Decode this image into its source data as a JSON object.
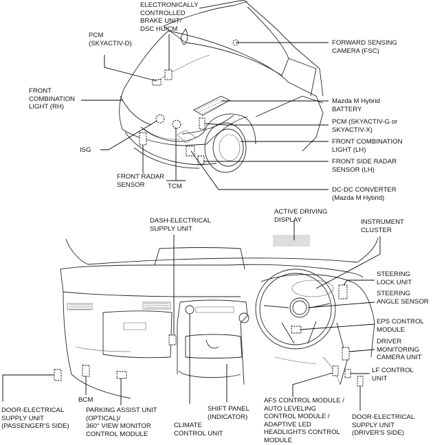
{
  "labels": {
    "brake_unit": "ELECTRONICALLY\nCONTROLLED\nBRAKE UNIT/\nDSC HU/CM",
    "pcm_d": "PCM\n(SKYACTIV-D)",
    "fsc": "FORWARD SENSING\nCAMERA (FSC)",
    "front_combo_rh": "FRONT\nCOMBINATION\nLIGHT (RH)",
    "battery": "Mazda M Hybrid\nBATTERY",
    "pcm_g": "PCM (SKYACTIV-G or\nSKYACTIV-X)",
    "isg": "ISG",
    "front_combo_lh": "FRONT COMBINATION\nLIGHT (LH)",
    "front_radar": "FRONT RADAR\nSENSOR",
    "front_side_radar": "FRONT SIDE RADAR\nSENSOR (LH)",
    "tcm": "TCM",
    "dcdc": "DC-DC CONVERTER\n(Mazda M Hybrid)",
    "dash_supply": "DASH-ELECTRICAL\nSUPPLY UNIT",
    "active_display": "ACTIVE DRIVING\nDISPLAY",
    "instrument": "INSTRUMENT\nCLUSTER",
    "steer_lock": "STEERING\nLOCK UNIT",
    "steer_angle": "STEERING\nANGLE SENSOR",
    "eps": "EPS CONTROL\nMODULE",
    "dmc": "DRIVER\nMONITORING\nCAMERA UNIT",
    "lf_control": "LF CONTROL\nUNIT",
    "door_pass": "DOOR-ELECTRICAL\nSUPPLY UNIT\n(PASSENGER'S SIDE)",
    "bcm": "BCM",
    "parking": "PARKING ASSIST UNIT\n(OPTICAL)/\n360° VIEW MONITOR\nCONTROL MODULE",
    "climate": "CLIMATE\nCONTROL UNIT",
    "shift": "SHIFT PANEL\n(INDICATOR)",
    "afs": "AFS CONTROL MODULE /\nAUTO LEVELING\nCONTROL MODULE /\nADAPTIVE LED\nHEADLIGHTS CONTROL\nMODULE",
    "door_drv": "DOOR-ELECTRICAL\nSUPPLY UNIT\n(DRIVER'S SIDE)"
  }
}
